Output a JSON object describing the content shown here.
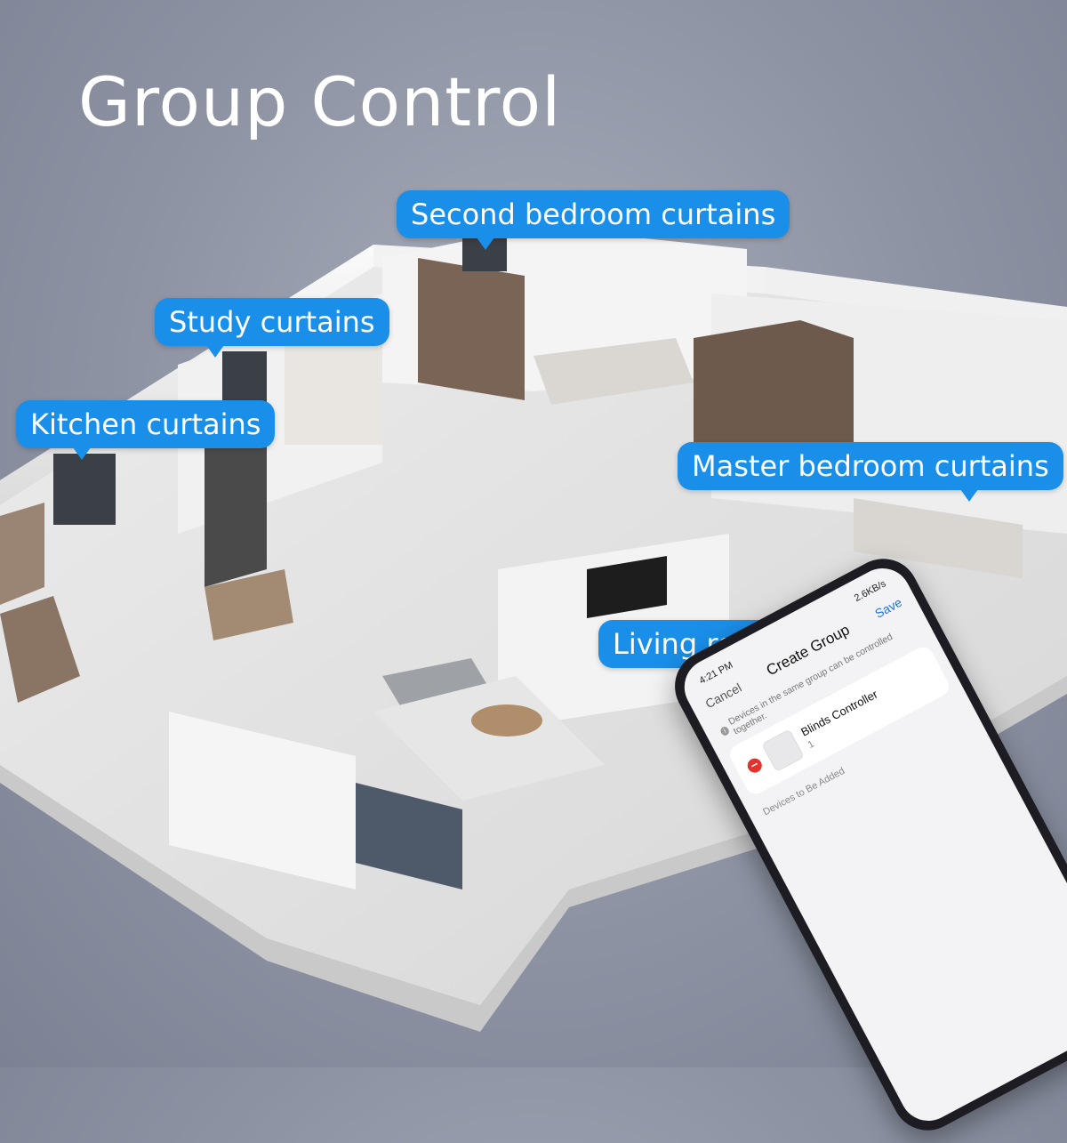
{
  "title": "Group Control",
  "labels": [
    {
      "id": "second-bedroom",
      "text": "Second bedroom curtains"
    },
    {
      "id": "study",
      "text": "Study curtains"
    },
    {
      "id": "kitchen",
      "text": "Kitchen curtains"
    },
    {
      "id": "master-bedroom",
      "text": "Master bedroom curtains"
    },
    {
      "id": "living-room",
      "text": "Living room curtains"
    }
  ],
  "phone": {
    "status": {
      "time": "4:21 PM",
      "network": "2.6KB/s"
    },
    "nav": {
      "cancel": "Cancel",
      "title": "Create Group",
      "save": "Save"
    },
    "hint": "Devices in the same group can be controlled together.",
    "device": {
      "name": "Blinds Controller",
      "count": "1"
    },
    "section_label": "Devices to Be Added"
  },
  "colors": {
    "accent": "#1a8fe9",
    "remove": "#e5322d",
    "link": "#1a73e8"
  }
}
